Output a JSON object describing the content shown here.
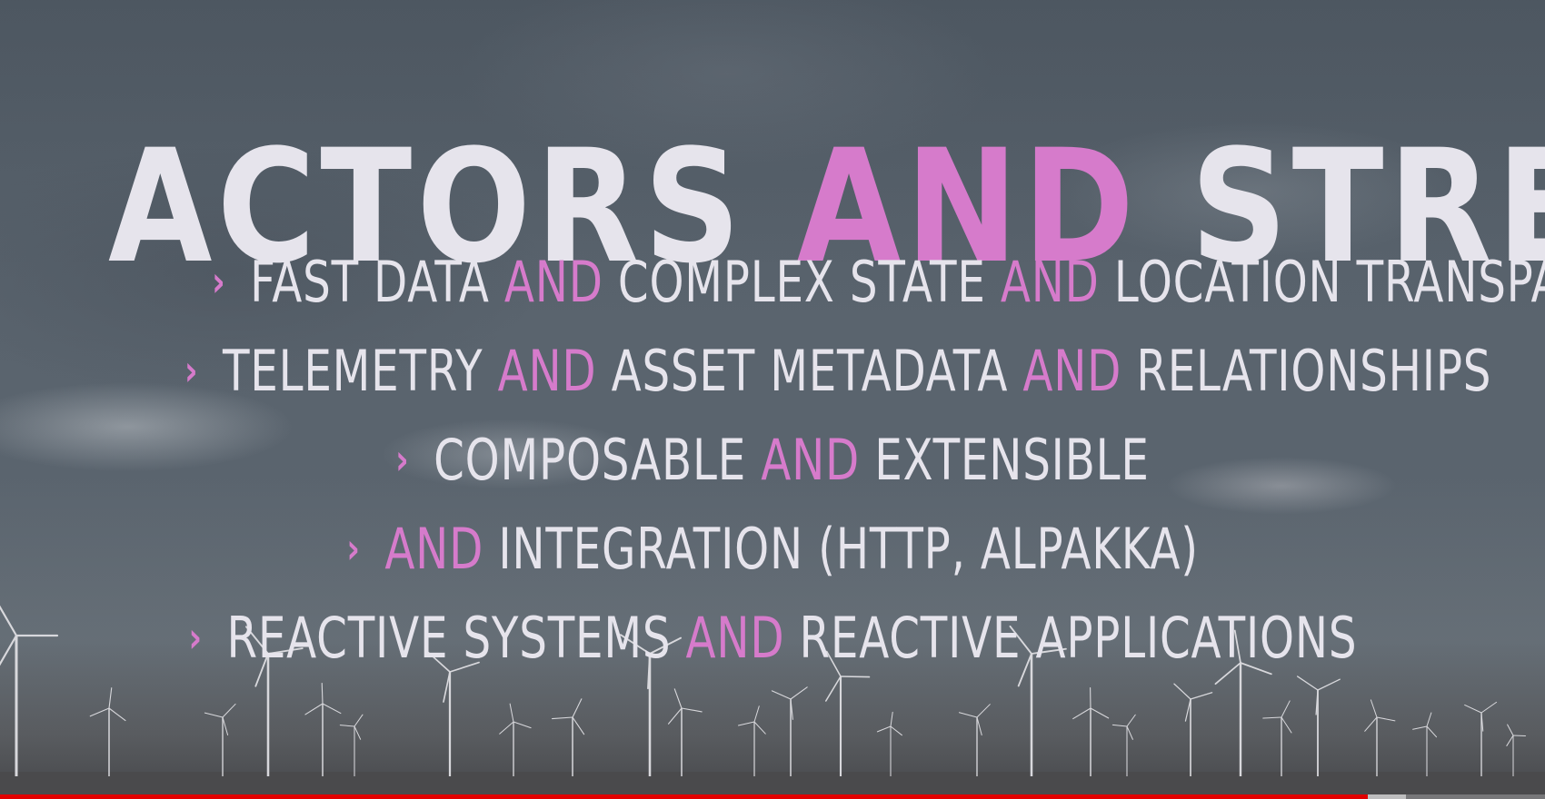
{
  "slide": {
    "title": {
      "part1": "ACTORS ",
      "highlight": "AND",
      "part2": " STREAMS"
    },
    "marker_glyph": "›",
    "bullets": [
      {
        "segments": [
          {
            "text": "FAST DATA ",
            "highlight": false
          },
          {
            "text": "AND",
            "highlight": true
          },
          {
            "text": " COMPLEX STATE ",
            "highlight": false
          },
          {
            "text": "AND",
            "highlight": true
          },
          {
            "text": " LOCATION TRANSPARENCY",
            "highlight": false
          }
        ]
      },
      {
        "segments": [
          {
            "text": "TELEMETRY ",
            "highlight": false
          },
          {
            "text": "AND",
            "highlight": true
          },
          {
            "text": " ASSET METADATA ",
            "highlight": false
          },
          {
            "text": "AND",
            "highlight": true
          },
          {
            "text": " RELATIONSHIPS",
            "highlight": false
          }
        ]
      },
      {
        "segments": [
          {
            "text": "COMPOSABLE ",
            "highlight": false
          },
          {
            "text": "AND",
            "highlight": true
          },
          {
            "text": " EXTENSIBLE",
            "highlight": false
          }
        ]
      },
      {
        "segments": [
          {
            "text": "AND",
            "highlight": true
          },
          {
            "text": " INTEGRATION (HTTP, ALPAKKA)",
            "highlight": false
          }
        ]
      },
      {
        "segments": [
          {
            "text": "REACTIVE SYSTEMS ",
            "highlight": false
          },
          {
            "text": "AND",
            "highlight": true
          },
          {
            "text": " REACTIVE APPLICATIONS",
            "highlight": false
          }
        ]
      }
    ]
  },
  "colors": {
    "text": "#e6e4ec",
    "highlight": "#d67bcb",
    "progress_played": "#e00000"
  },
  "video_progress": {
    "played_fraction": 0.885,
    "buffered_fraction": 0.91
  }
}
